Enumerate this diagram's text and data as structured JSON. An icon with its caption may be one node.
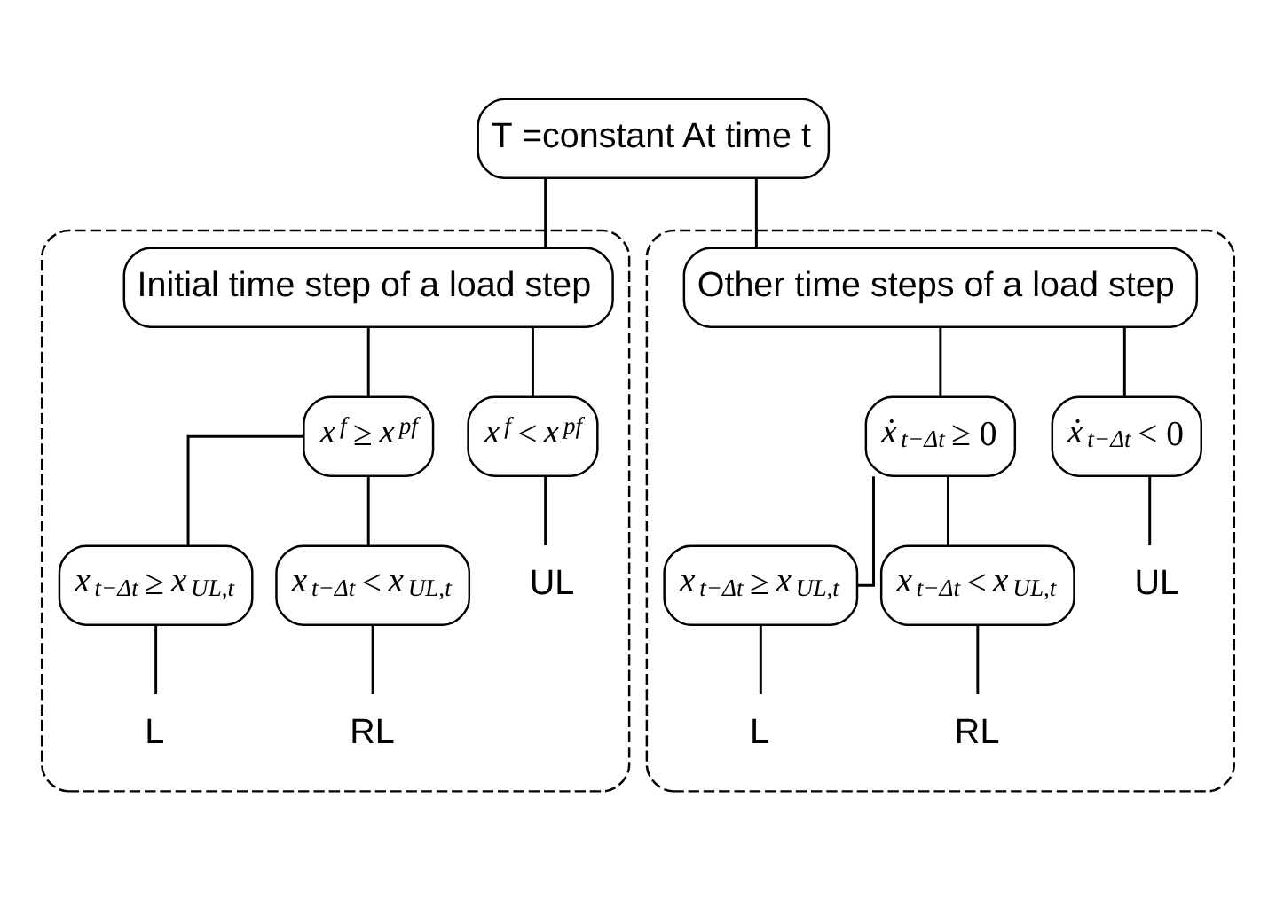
{
  "diagram": {
    "nodes": [
      {
        "text": [
          "T =constant At time t"
        ]
      },
      {
        "text": [],
        "shape": "box"
      },
      {
        "text": [
          "Initial time step of a load step"
        ],
        "in": 1
      },
      {
        "text": [
          "*x*$^{f}$ ≥ *x*$^{pf}$"
        ],
        "in": 1
      },
      {
        "text": [
          "*x*$^{f}$ < *x*$^{pf}$"
        ],
        "in": 1
      },
      {
        "text": [
          "*x*$_{t−Δt}$ ≥ *x*$_{UL,t}$"
        ],
        "in": 1
      },
      {
        "text": [
          "*x*$_{t−Δt}$ < *x*$_{UL,t}$"
        ],
        "in": 1
      },
      {
        "text": [
          "L"
        ],
        "in": 1
      },
      {
        "text": [
          "RL"
        ],
        "in": 1
      },
      {
        "text": [
          "UL"
        ],
        "in": 1
      },
      {
        "text": [],
        "shape": "box"
      },
      {
        "text": [
          "Other time steps of a load step"
        ],
        "in": 10
      },
      {
        "text": [
          "*ẋ*$_{t−Δt}$ ≥ 0"
        ],
        "in": 10
      },
      {
        "text": [
          "*ẋ*$_{t−Δt}$ < 0"
        ],
        "in": 10
      },
      {
        "text": [
          "*x*$_{t−Δt}$ ≥ *x*$_{UL,t}$"
        ],
        "in": 10
      },
      {
        "text": [
          "*x*$_{t−Δt}$ < *x*$_{UL,t}$"
        ],
        "in": 10
      },
      {
        "text": [
          "L"
        ],
        "in": 10
      },
      {
        "text": [
          "RL"
        ],
        "in": 10
      },
      {
        "text": [
          "UL"
        ],
        "in": 10
      }
    ],
    "edges": [
      {
        "from": 0,
        "to": 2,
        "arrow": "none"
      },
      {
        "from": 0,
        "to": 11,
        "arrow": "none"
      },
      {
        "from": 2,
        "to": 3,
        "arrow": "none"
      },
      {
        "from": 2,
        "to": 4,
        "arrow": "none"
      },
      {
        "from": 3,
        "to": 5,
        "arrow": "none"
      },
      {
        "from": 3,
        "to": 6,
        "arrow": "none"
      },
      {
        "from": 5,
        "to": 7,
        "arrow": "none"
      },
      {
        "from": 6,
        "to": 8,
        "arrow": "none"
      },
      {
        "from": 4,
        "to": 9,
        "arrow": "none"
      },
      {
        "from": 11,
        "to": 12,
        "arrow": "none"
      },
      {
        "from": 11,
        "to": 13,
        "arrow": "none"
      },
      {
        "from": 12,
        "to": 14,
        "arrow": "none"
      },
      {
        "from": 12,
        "to": 15,
        "arrow": "none"
      },
      {
        "from": 14,
        "to": 16,
        "arrow": "none"
      },
      {
        "from": 15,
        "to": 17,
        "arrow": "none"
      },
      {
        "from": 13,
        "to": 18,
        "arrow": "none"
      }
    ]
  }
}
